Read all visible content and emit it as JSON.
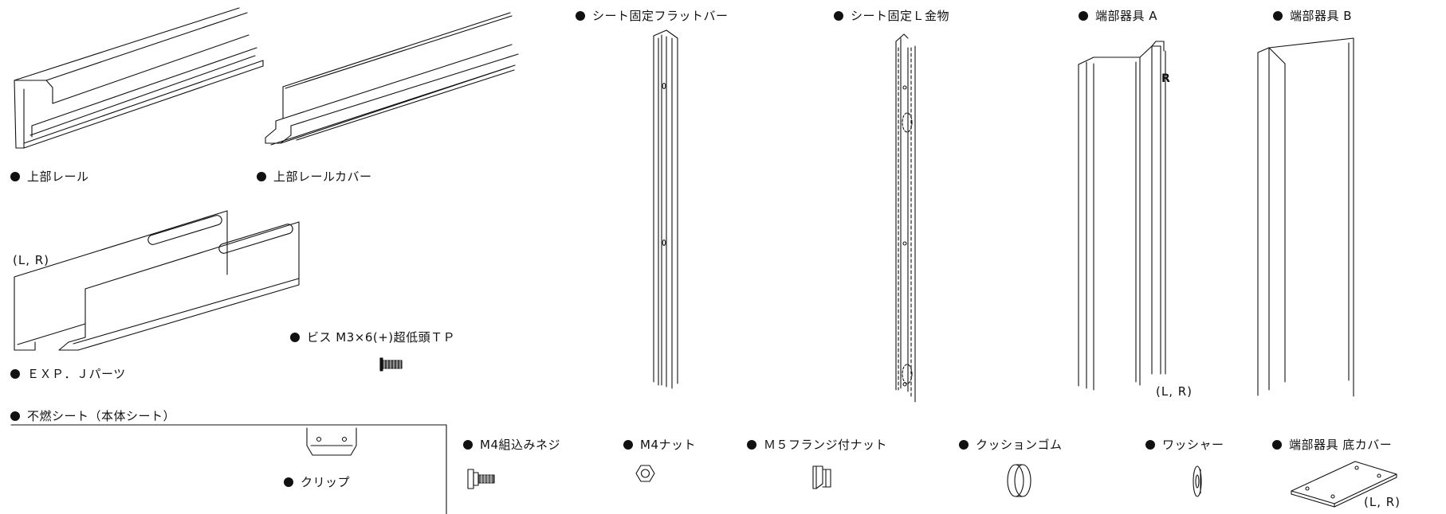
{
  "parts": {
    "upper_rail": "上部レール",
    "upper_rail_cover": "上部レールカバー",
    "exp_j_parts": "ＥＸＰ．Ｊパーツ",
    "screw_m3": "ビス  M3×6(+)超低頭ＴＰ",
    "nonflammable_sheet": "不燃シート（本体シート）",
    "clip": "クリップ",
    "sheet_flat_bar": "シート固定フラットバー",
    "sheet_l_bracket": "シート固定Ｌ金物",
    "end_fitting_a": "端部器具  A",
    "end_fitting_b": "端部器具  B",
    "m4_screw": "M4組込みネジ",
    "m4_nut": "M4ナット",
    "m5_flange_nut": "Ｍ５フランジ付ナット",
    "cushion_rubber": "クッションゴム",
    "washer": "ワッシャー",
    "bottom_cover": "端部器具 底カバー"
  },
  "notes": {
    "lr_exp": "(L, R)",
    "lr_end_a": "(L, R)",
    "lr_bottom_cover": "(L, R)",
    "r_mark": "R"
  }
}
